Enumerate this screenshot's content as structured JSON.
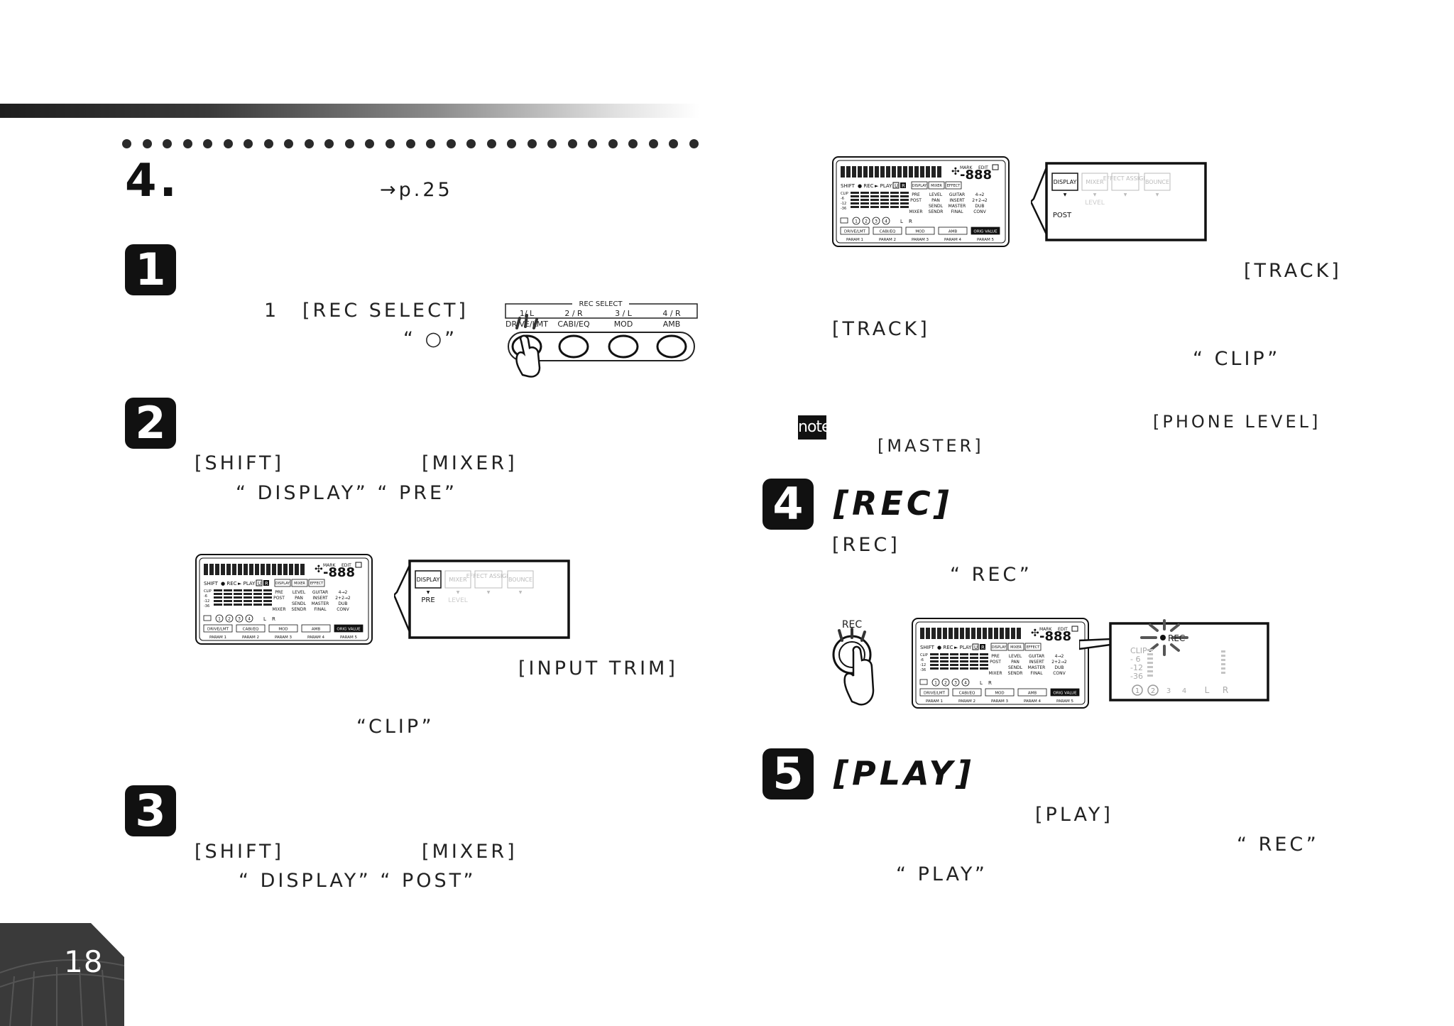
{
  "page": {
    "number": "18",
    "section_number": "4.",
    "section_ref": "→p.25"
  },
  "steps": [
    {
      "badge": "1",
      "lines": [
        "1",
        "[REC SELECT]",
        "“ ○”"
      ]
    },
    {
      "badge": "2",
      "lines": [
        "[SHIFT]",
        "[MIXER]",
        "“ DISPLAY”  “ PRE”",
        "[INPUT TRIM]",
        "“CLIP”"
      ]
    },
    {
      "badge": "3",
      "lines": [
        "[SHIFT]",
        "[MIXER]",
        "“ DISPLAY”  “ POST”"
      ]
    },
    {
      "badge": "4",
      "title": "[REC]",
      "lines": [
        "[REC]",
        "“ REC”"
      ]
    },
    {
      "badge": "5",
      "title": "[PLAY]",
      "lines": [
        "[PLAY]",
        "“ REC”",
        "“ PLAY”"
      ]
    }
  ],
  "right_top_text": {
    "track_1": "[TRACK]",
    "track_2": "[TRACK]",
    "clip": "“ CLIP”"
  },
  "note": {
    "icon": "note",
    "phone_level": "[PHONE LEVEL]",
    "master": "[MASTER]"
  },
  "rec_select_panel": {
    "title": "REC SELECT",
    "tracks": [
      "1/ L",
      "2 / R",
      "3 / L",
      "4 / R"
    ],
    "buttons": [
      "DRIVE/LMT",
      "CABI/EQ",
      "MOD",
      "AMB"
    ]
  },
  "lcd": {
    "top_row": [
      "MARK",
      "EDIT"
    ],
    "segment": "-888",
    "status": [
      "SHIFT",
      "● REC",
      "► PLAY",
      "U",
      "R"
    ],
    "tabs": [
      "DISPLAY",
      "MIXER",
      "EFFECT"
    ],
    "labels_row1": [
      "PRE",
      "LEVEL",
      "GUITAR",
      "4→2"
    ],
    "labels_row2": [
      "POST",
      "PAN",
      "INSERT",
      "2+2→2"
    ],
    "labels_row3": [
      "SENDL",
      "MASTER",
      "DUB"
    ],
    "labels_row4": [
      "MIXER",
      "SENDR",
      "FINAL",
      "CONV"
    ],
    "clip_scale": [
      "CLIP",
      "-6",
      "-12",
      "-36"
    ],
    "tracks": [
      "1",
      "2",
      "3",
      "4",
      "L",
      "R"
    ],
    "buttons": [
      "DRIVE/LMT",
      "CABI/EQ",
      "MOD",
      "AMB",
      "ORIG VALUE"
    ],
    "params": [
      "PARAM 1",
      "PARAM 2",
      "PARAM 3",
      "PARAM 4",
      "PARAM 5"
    ]
  },
  "callouts": {
    "display_panel_tabs": [
      "DISPLAY",
      "MIXER",
      "EFFECT ASSIGN",
      "BOUNCE"
    ],
    "display_sub_pre": "PRE",
    "display_sub_post": "POST",
    "display_sub_level": "LEVEL",
    "rec_label": "REC",
    "rec_meter_clip": [
      "CLIP",
      "- 6",
      "-12",
      "-36"
    ],
    "rec_meter_tracks": [
      "1",
      "2",
      "3",
      "4",
      "L",
      "R"
    ]
  }
}
